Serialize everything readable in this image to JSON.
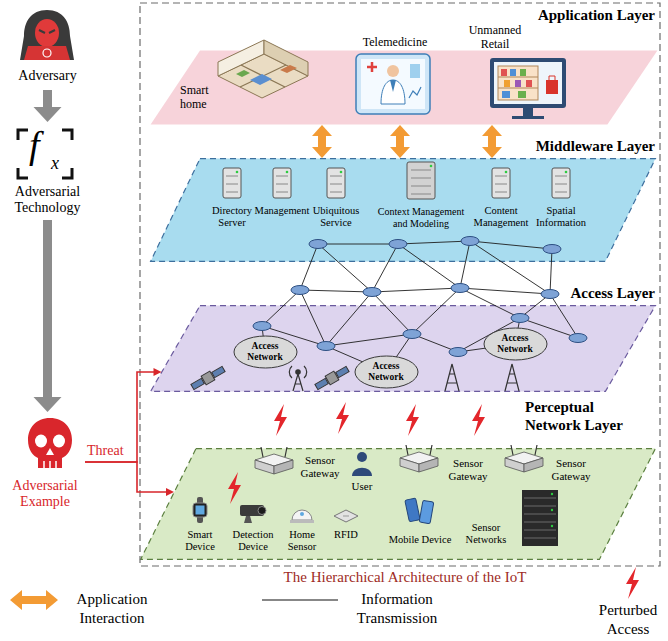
{
  "diagram": {
    "caption": "The Hierarchical Architecture of the IoT",
    "nodes": [
      {
        "text": [
          "Application Layer"
        ]
      },
      {
        "text": [
          "Smart home"
        ],
        "in": 0
      },
      {
        "text": [
          "Telemedicine"
        ],
        "in": 0
      },
      {
        "text": [
          "Unmanned Retail"
        ],
        "in": 0
      },
      {
        "text": [
          "Middleware Layer"
        ]
      },
      {
        "text": [
          "Directory Server"
        ],
        "in": 4
      },
      {
        "text": [
          "Management"
        ],
        "in": 4
      },
      {
        "text": [
          "Ubiquitous Service"
        ],
        "in": 4
      },
      {
        "text": [
          "Context Management and Modeling"
        ],
        "in": 4
      },
      {
        "text": [
          "Content Management"
        ],
        "in": 4
      },
      {
        "text": [
          "Spatial Information"
        ],
        "in": 4
      },
      {
        "text": [
          "Access Layer"
        ]
      },
      {
        "text": [
          "Access Network"
        ],
        "in": 11
      },
      {
        "text": [
          "Access Network"
        ],
        "in": 11
      },
      {
        "text": [
          "Access Network"
        ],
        "in": 11
      },
      {
        "text": [
          "Perceptual Network Layer"
        ]
      },
      {
        "text": [
          "Sensor Gateway"
        ],
        "in": 15
      },
      {
        "text": [
          "Sensor Gateway"
        ],
        "in": 15
      },
      {
        "text": [
          "Sensor Gateway"
        ],
        "in": 15
      },
      {
        "text": [
          "User"
        ],
        "in": 15
      },
      {
        "text": [
          "Smart Device"
        ],
        "in": 15
      },
      {
        "text": [
          "Detection Device"
        ],
        "in": 15
      },
      {
        "text": [
          "Home Sensor"
        ],
        "in": 15
      },
      {
        "text": [
          "RFID"
        ],
        "in": 15
      },
      {
        "text": [
          "Mobile Device"
        ],
        "in": 15
      },
      {
        "text": [
          "Sensor Networks"
        ],
        "in": 15
      },
      {
        "text": [
          "Adversary"
        ]
      },
      {
        "text": [
          "Adversarial Technology"
        ]
      },
      {
        "text": [
          "Adversarial Example"
        ]
      }
    ],
    "edges": [
      {
        "from": 1,
        "to": 4,
        "arrow": "both"
      },
      {
        "from": 2,
        "to": 4,
        "arrow": "both"
      },
      {
        "from": 3,
        "to": 4,
        "arrow": "both"
      },
      {
        "from": 26,
        "to": 27,
        "arrow": "to"
      },
      {
        "from": 27,
        "to": 28,
        "arrow": "to"
      },
      {
        "from": 28,
        "to": 11,
        "arrow": "to",
        "label": "Threat"
      },
      {
        "from": 28,
        "to": 15,
        "arrow": "to"
      }
    ],
    "labels": [
      "f",
      "x"
    ],
    "legend": [
      {
        "text": "Application Interaction"
      },
      {
        "text": "Information Transmission"
      },
      {
        "text": "Perturbed Access"
      }
    ]
  }
}
